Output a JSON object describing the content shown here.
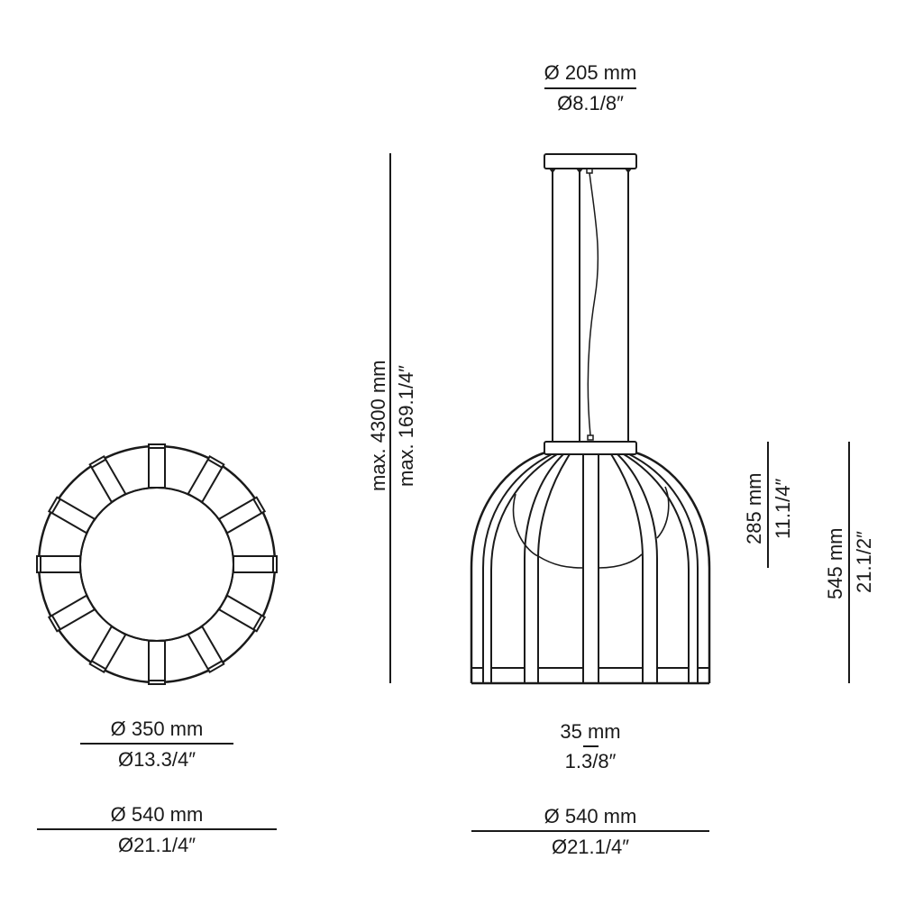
{
  "top_canopy": {
    "metric": "Ø 205 mm",
    "imperial": "Ø8.1/8″"
  },
  "overall_height": {
    "metric": "max. 4300 mm",
    "imperial": "max. 169.1/4″"
  },
  "globe_height": {
    "metric": "285 mm",
    "imperial": "11.1/4″"
  },
  "shade_height": {
    "metric": "545 mm",
    "imperial": "21.1/2″"
  },
  "slat_width": {
    "metric": "35 mm",
    "imperial": "1.3/8″"
  },
  "top_view_inner": {
    "metric": "Ø 350 mm",
    "imperial": "Ø13.3/4″"
  },
  "top_view_outer": {
    "metric": "Ø 540 mm",
    "imperial": "Ø21.1/4″"
  },
  "side_view_width": {
    "metric": "Ø 540 mm",
    "imperial": "Ø21.1/4″"
  },
  "colors": {
    "line": "#1a1a1a",
    "background": "#ffffff"
  }
}
